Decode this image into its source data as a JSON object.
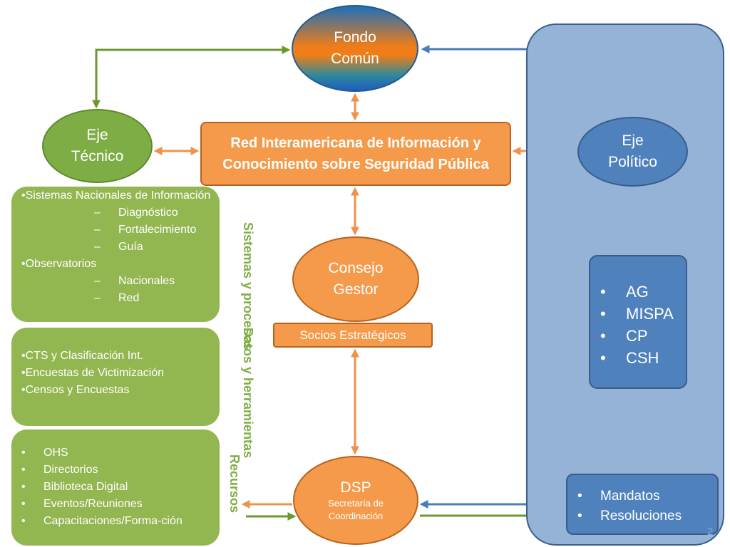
{
  "nodes": {
    "fondo_comun": "Fondo Común",
    "eje_tecnico": "Eje Técnico",
    "eje_politico": "Eje Político",
    "red_interamericana": "Red Interamericana de Información y Conocimiento sobre Seguridad Pública",
    "consejo_gestor": "Consejo Gestor",
    "socios_estrategicos": "Socios Estratégicos",
    "dsp": "DSP",
    "dsp_sub": "Secretaría de Coordinación"
  },
  "sistemas_box": {
    "item1": "•Sistemas Nacionales de Información",
    "item1_subs": [
      "Diagnóstico",
      "Fortalecimiento",
      "Guía"
    ],
    "item2": "•Observatorios",
    "item2_subs": [
      "Nacionales",
      "Red"
    ]
  },
  "datos_box": {
    "items": [
      "•CTS y Clasificación Int.",
      "•Encuestas de Victimización",
      "•Censos y Encuestas"
    ]
  },
  "recursos_box": {
    "items": [
      "OHS",
      "Directorios",
      "Biblioteca Digital",
      "Eventos/Reuniones",
      "Capacitaciones/Forma-ción"
    ]
  },
  "side_labels": {
    "sistemas": "Sistemas y procesos",
    "datos": "Datos y herramientas",
    "recursos": "Recursos"
  },
  "ag_box": {
    "items": [
      "AG",
      "MISPA",
      "CP",
      "CSH"
    ]
  },
  "mandatos_box": {
    "items": [
      "Mandatos",
      "Resoluciones"
    ]
  },
  "bullet": "•",
  "dash": "–",
  "page_number": "2",
  "colors": {
    "orange": "#f59a4b",
    "green": "#92b650",
    "blue": "#4f81bd",
    "panel_blue": "#95b3d7",
    "green_arrow": "#6a9a2f",
    "blue_arrow": "#4a7dbb",
    "orange_arrow": "#f0924a"
  }
}
